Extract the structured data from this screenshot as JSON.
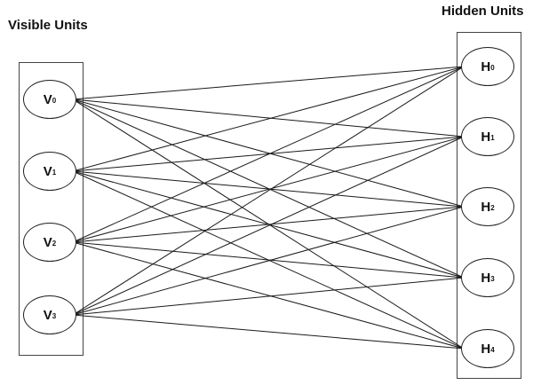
{
  "titles": {
    "visible": "Visible Units",
    "hidden": "Hidden Units"
  },
  "visible_units": [
    {
      "letter": "V",
      "index": "0"
    },
    {
      "letter": "V",
      "index": "1"
    },
    {
      "letter": "V",
      "index": "2"
    },
    {
      "letter": "V",
      "index": "3"
    }
  ],
  "hidden_units": [
    {
      "letter": "H",
      "index": "0"
    },
    {
      "letter": "H",
      "index": "1"
    },
    {
      "letter": "H",
      "index": "2"
    },
    {
      "letter": "H",
      "index": "3"
    },
    {
      "letter": "H",
      "index": "4"
    }
  ],
  "connectivity": "fully-connected bipartite",
  "colors": {
    "lines": "#1a1a1a",
    "background": "#ffffff"
  }
}
